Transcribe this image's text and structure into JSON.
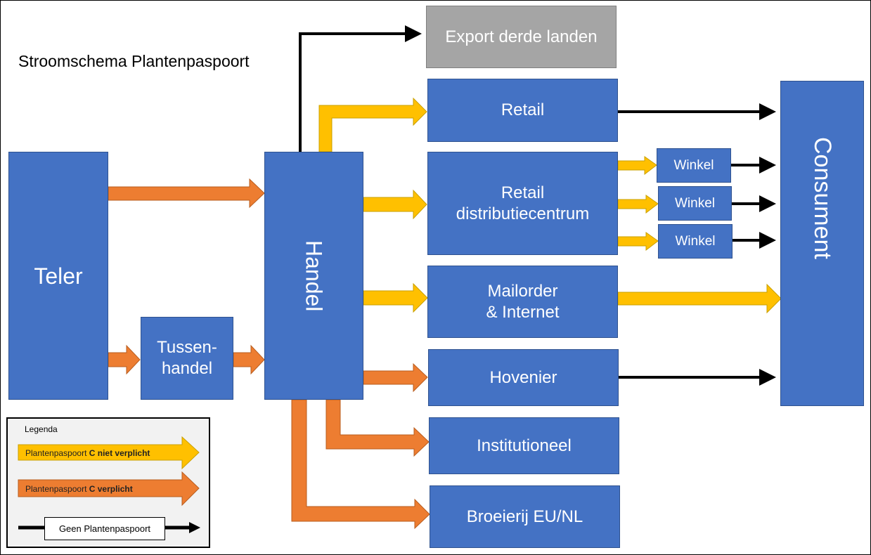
{
  "title": "Stroomschema Plantenpaspoort",
  "colors": {
    "box_blue": "#4472c4",
    "box_grey": "#a5a5a5",
    "arrow_yellow": "#ffc000",
    "arrow_orange": "#ed7d31",
    "arrow_black": "#000000"
  },
  "nodes": {
    "teler": "Teler",
    "tussenhandel_line1": "Tussen-",
    "tussenhandel_line2": "handel",
    "handel": "Handel",
    "export": "Export derde landen",
    "retail": "Retail",
    "retail_dc_line1": "Retail",
    "retail_dc_line2": "distributiecentrum",
    "winkel_1": "Winkel",
    "winkel_2": "Winkel",
    "winkel_3": "Winkel",
    "mailorder_line1": "Mailorder",
    "mailorder_line2": "& Internet",
    "hovenier": "Hovenier",
    "institutioneel": "Institutioneel",
    "broeierij": "Broeierij EU/NL",
    "consument": "Consument"
  },
  "edges": [
    {
      "from": "Teler",
      "to": "Handel",
      "type": "verplicht"
    },
    {
      "from": "Teler",
      "to": "Tussenhandel",
      "type": "verplicht"
    },
    {
      "from": "Tussenhandel",
      "to": "Handel",
      "type": "verplicht"
    },
    {
      "from": "Handel",
      "to": "Export derde landen",
      "type": "geen"
    },
    {
      "from": "Handel",
      "to": "Retail",
      "type": "niet_verplicht"
    },
    {
      "from": "Handel",
      "to": "Retail distributiecentrum",
      "type": "niet_verplicht"
    },
    {
      "from": "Handel",
      "to": "Mailorder & Internet",
      "type": "niet_verplicht"
    },
    {
      "from": "Handel",
      "to": "Hovenier",
      "type": "verplicht"
    },
    {
      "from": "Handel",
      "to": "Institutioneel",
      "type": "verplicht"
    },
    {
      "from": "Handel",
      "to": "Broeierij EU/NL",
      "type": "verplicht"
    },
    {
      "from": "Retail distributiecentrum",
      "to": "Winkel",
      "type": "niet_verplicht"
    },
    {
      "from": "Retail distributiecentrum",
      "to": "Winkel",
      "type": "niet_verplicht"
    },
    {
      "from": "Retail distributiecentrum",
      "to": "Winkel",
      "type": "niet_verplicht"
    },
    {
      "from": "Retail",
      "to": "Consument",
      "type": "geen"
    },
    {
      "from": "Winkel",
      "to": "Consument",
      "type": "geen"
    },
    {
      "from": "Winkel",
      "to": "Consument",
      "type": "geen"
    },
    {
      "from": "Winkel",
      "to": "Consument",
      "type": "geen"
    },
    {
      "from": "Mailorder & Internet",
      "to": "Consument",
      "type": "niet_verplicht"
    },
    {
      "from": "Hovenier",
      "to": "Consument",
      "type": "geen"
    }
  ],
  "legend": {
    "title": "Legenda",
    "item1_prefix": "Plantenpaspoort ",
    "item1_bold": "C niet verplicht",
    "item2_prefix": "Plantenpaspoort ",
    "item2_bold": "C verplicht",
    "item3": "Geen Plantenpaspoort"
  }
}
